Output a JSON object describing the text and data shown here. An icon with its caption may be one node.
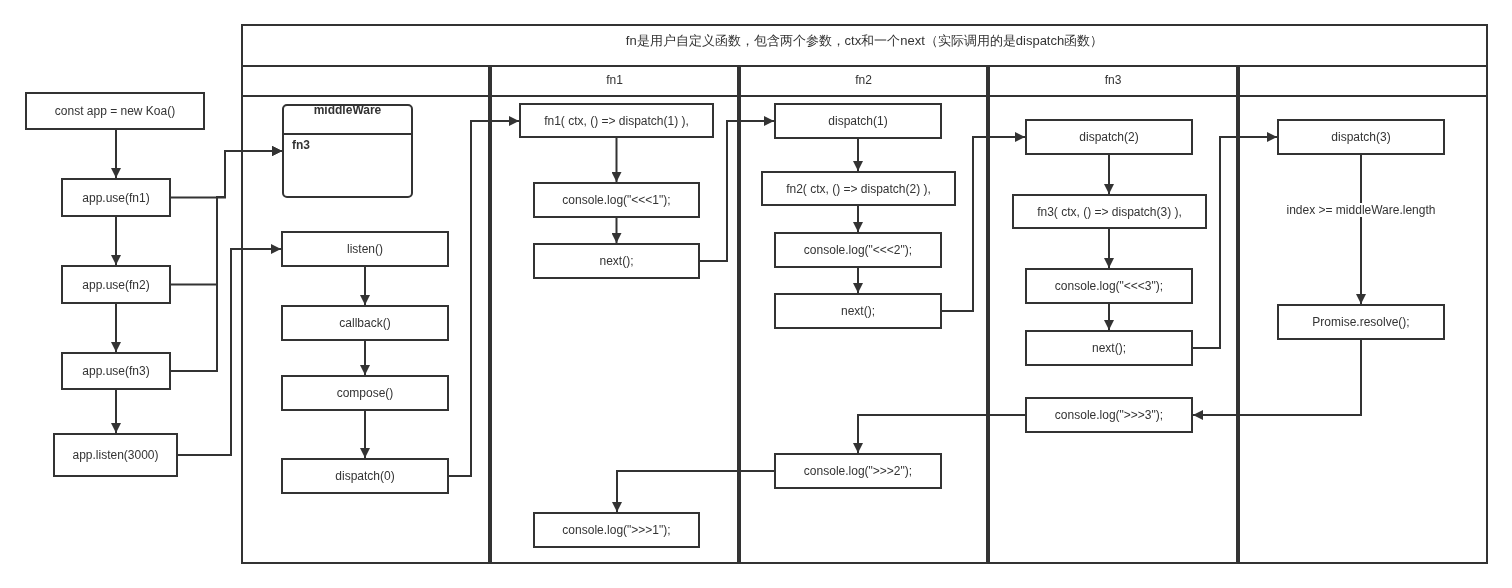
{
  "diagram": {
    "nodes": [
      {
        "text": [
          "fn是用户自定义函数，包含两个参数，ctx和一个next（实际调用的是dispatch函数）"
        ]
      },
      {
        "text": [],
        "shape": "box",
        "in": 0
      },
      {
        "text": [
          "fn1"
        ],
        "in": 0
      },
      {
        "text": [
          "fn2"
        ],
        "in": 0
      },
      {
        "text": [
          "fn3"
        ],
        "in": 0
      },
      {
        "text": [],
        "shape": "box",
        "in": 0
      },
      {
        "text": [
          "const app = new Koa()"
        ]
      },
      {
        "text": [
          "app.use(fn1)"
        ]
      },
      {
        "text": [
          "app.use(fn2)"
        ]
      },
      {
        "text": [
          "app.use(fn3)"
        ]
      },
      {
        "text": [
          "app.listen(3000)"
        ]
      },
      {
        "text": [
          "middleWare",
          "fn3"
        ],
        "in": 1
      },
      {
        "text": [
          "listen()"
        ],
        "in": 1
      },
      {
        "text": [
          "callback()"
        ],
        "in": 1
      },
      {
        "text": [
          "compose()"
        ],
        "in": 1
      },
      {
        "text": [
          "dispatch(0)"
        ],
        "in": 1
      },
      {
        "text": [
          "fn1( ctx, () => dispatch(1) ),"
        ],
        "in": 2
      },
      {
        "text": [
          "console.log(\"<<<1\");"
        ],
        "in": 2
      },
      {
        "text": [
          "next();"
        ],
        "in": 2
      },
      {
        "text": [
          "console.log(\">>>1\");"
        ],
        "in": 2
      },
      {
        "text": [
          "dispatch(1)"
        ],
        "in": 3
      },
      {
        "text": [
          "fn2( ctx, () => dispatch(2) ),"
        ],
        "in": 3
      },
      {
        "text": [
          "console.log(\"<<<2\");"
        ],
        "in": 3
      },
      {
        "text": [
          "next();"
        ],
        "in": 3
      },
      {
        "text": [
          "console.log(\">>>2\");"
        ],
        "in": 3
      },
      {
        "text": [
          "dispatch(2)"
        ],
        "in": 4
      },
      {
        "text": [
          "fn3( ctx, () => dispatch(3) ),"
        ],
        "in": 4
      },
      {
        "text": [
          "console.log(\"<<<3\");"
        ],
        "in": 4
      },
      {
        "text": [
          "next();"
        ],
        "in": 4
      },
      {
        "text": [
          "console.log(\">>>3\");"
        ],
        "in": 4
      },
      {
        "text": [
          "dispatch(3)"
        ],
        "in": 5
      },
      {
        "text": [
          "Promise.resolve();"
        ],
        "in": 5
      }
    ],
    "edges": [
      {
        "from": 6,
        "to": 7,
        "arrow": "to"
      },
      {
        "from": 7,
        "to": 8,
        "arrow": "to"
      },
      {
        "from": 8,
        "to": 9,
        "arrow": "to"
      },
      {
        "from": 9,
        "to": 10,
        "arrow": "to"
      },
      {
        "from": 7,
        "to": 11,
        "arrow": "to"
      },
      {
        "from": 8,
        "to": 11,
        "arrow": "to"
      },
      {
        "from": 9,
        "to": 11,
        "arrow": "to"
      },
      {
        "from": 10,
        "to": 12,
        "arrow": "to"
      },
      {
        "from": 12,
        "to": 13,
        "arrow": "to"
      },
      {
        "from": 13,
        "to": 14,
        "arrow": "to"
      },
      {
        "from": 14,
        "to": 15,
        "arrow": "to"
      },
      {
        "from": 15,
        "to": 16,
        "arrow": "to"
      },
      {
        "from": 16,
        "to": 17,
        "arrow": "to"
      },
      {
        "from": 17,
        "to": 18,
        "arrow": "to"
      },
      {
        "from": 18,
        "to": 20,
        "arrow": "to"
      },
      {
        "from": 20,
        "to": 21,
        "arrow": "to"
      },
      {
        "from": 21,
        "to": 22,
        "arrow": "to"
      },
      {
        "from": 22,
        "to": 23,
        "arrow": "to"
      },
      {
        "from": 23,
        "to": 25,
        "arrow": "to"
      },
      {
        "from": 25,
        "to": 26,
        "arrow": "to"
      },
      {
        "from": 26,
        "to": 27,
        "arrow": "to"
      },
      {
        "from": 27,
        "to": 28,
        "arrow": "to"
      },
      {
        "from": 28,
        "to": 30,
        "arrow": "to"
      },
      {
        "from": 30,
        "to": 31,
        "arrow": "to",
        "label": "index >= middleWare.length"
      },
      {
        "from": 31,
        "to": 29,
        "arrow": "to"
      },
      {
        "from": 29,
        "to": 24,
        "arrow": "to"
      },
      {
        "from": 24,
        "to": 19,
        "arrow": "to"
      }
    ]
  }
}
